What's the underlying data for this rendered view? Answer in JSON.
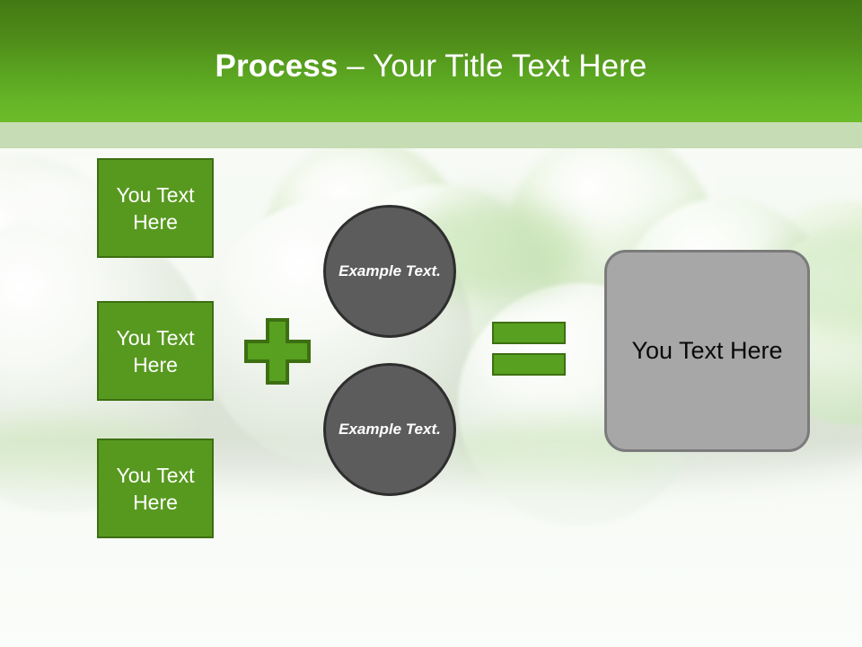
{
  "slide": {
    "title": {
      "bold_part": "Process",
      "rest_part": " – Your Title Text Here"
    },
    "theme": {
      "header_gradient_top": "#437914",
      "header_gradient_bottom": "#6cbb2b",
      "sub_band": "#c6dcb4",
      "box_fill": "#57991f",
      "box_border": "#3d6f12",
      "circle_fill": "#5c5c5c",
      "circle_border": "#2e2e2e",
      "result_fill": "#a7a7a7",
      "result_border": "#7b7b7b",
      "canvas": "#f7faf5"
    },
    "inputs": [
      {
        "label": "You Text Here"
      },
      {
        "label": "You Text Here"
      },
      {
        "label": "You Text Here"
      }
    ],
    "operators": {
      "plus": "+",
      "equals": "="
    },
    "modifiers": [
      {
        "label": "Example Text."
      },
      {
        "label": "Example Text."
      }
    ],
    "result": {
      "label": "You Text Here"
    }
  }
}
